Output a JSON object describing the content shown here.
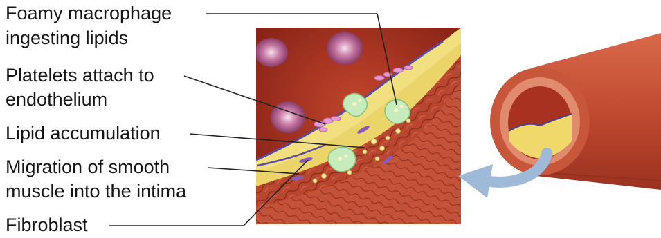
{
  "labels": {
    "foamy_macrophage": {
      "line1": "Foamy macrophage",
      "line2": "ingesting lipids"
    },
    "platelets": {
      "line1": "Platelets attach to",
      "line2": "endothelium"
    },
    "lipid_accumulation": {
      "line1": "Lipid accumulation"
    },
    "smooth_muscle": {
      "line1": "Migration of smooth",
      "line2": "muscle into the intima"
    },
    "fibroblast": {
      "line1": "Fibroblast"
    }
  },
  "icons": {
    "inset": "atherosclerotic-plaque-closeup-icon",
    "vessel": "artery-cross-section-icon",
    "arrow": "curved-arrow-icon"
  },
  "colors": {
    "vessel_wall": "#b8452f",
    "wall_dark": "#8e2a1c",
    "lumen_blood": "#9b2a1c",
    "plaque_yellow": "#f0dc7a",
    "macrophage_green": "#bfe6b6",
    "platelet_pink": "#e59ad6",
    "endothelium_purple": "#5b4aa0",
    "arrow_blue": "#9fb9d8",
    "text": "#151515"
  }
}
